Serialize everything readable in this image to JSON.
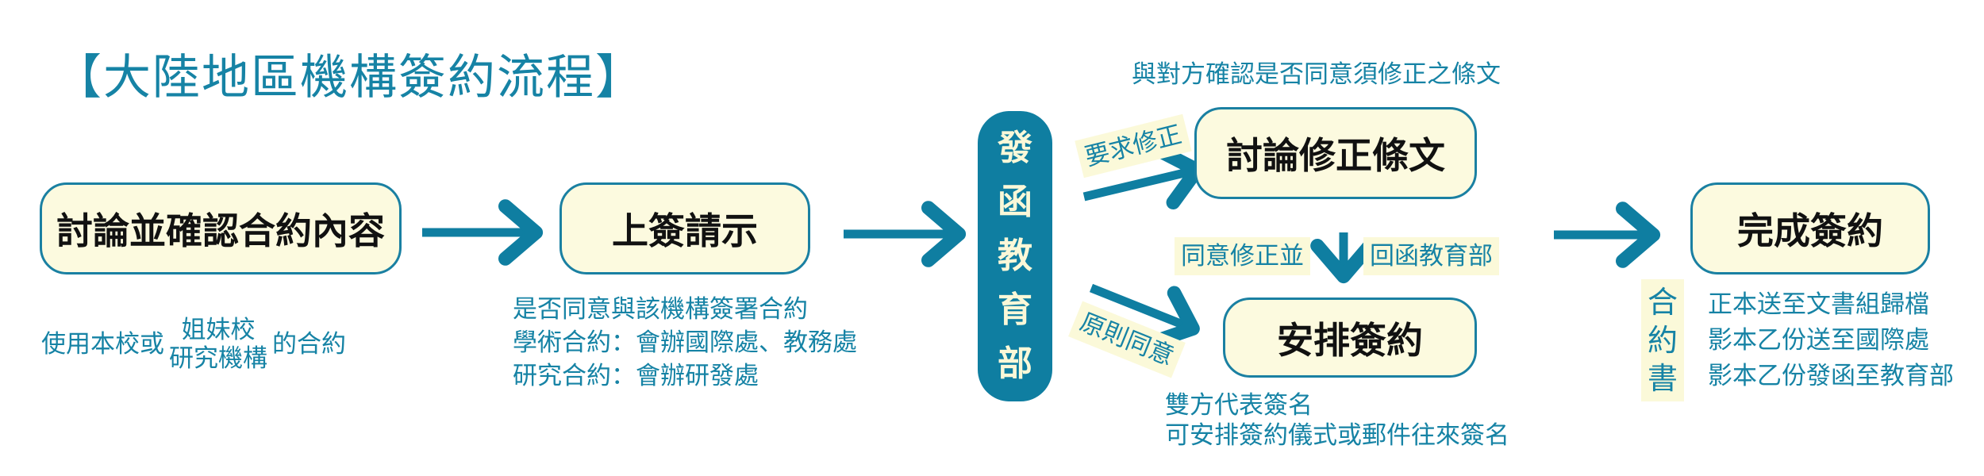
{
  "title": "【大陸地區機構簽約流程】",
  "colors": {
    "accent": "#0f7ea1",
    "text_blue": "#1683a5",
    "box_fill": "#fcfadf",
    "label_fill": "#fbf9d9",
    "pill_text": "#fbf8d8"
  },
  "nodes": {
    "discuss_confirm": "討論並確認合約內容",
    "submit_approval": "上簽請示",
    "moe_letter": [
      "發",
      "函",
      "教",
      "育",
      "部"
    ],
    "discuss_revise": "討論修正條文",
    "arrange_signing": "安排簽約",
    "complete_signing": "完成簽約"
  },
  "notes": {
    "discuss_confirm": {
      "prefix": "使用本校或",
      "stack_top": "姐妹校",
      "stack_bottom": "研究機構",
      "suffix": "的合約"
    },
    "submit_approval": [
      "是否同意與該機構簽署合約",
      "學術合約：會辦國際處、教務處",
      "研究合約：會辦研發處"
    ],
    "discuss_revise": "與對方確認是否同意須修正之條文",
    "arrange_signing": [
      "雙方代表簽名",
      "可安排簽約儀式或郵件往來簽名"
    ],
    "contract_label": [
      "合",
      "約",
      "書"
    ],
    "complete_signing": [
      "正本送至文書組歸檔",
      "影本乙份送至國際處",
      "影本乙份發函至教育部"
    ]
  },
  "edge_labels": {
    "request_revision": "要求修正",
    "agree_in_principle": "原則同意",
    "agree_revise_left": "同意修正並",
    "agree_revise_right": "回函教育部"
  },
  "icons": {
    "arrow_right": "arrow-right-icon",
    "arrow_down": "arrow-down-icon",
    "arrow_diag_up": "arrow-diagonal-up-icon",
    "arrow_diag_down": "arrow-diagonal-down-icon"
  }
}
